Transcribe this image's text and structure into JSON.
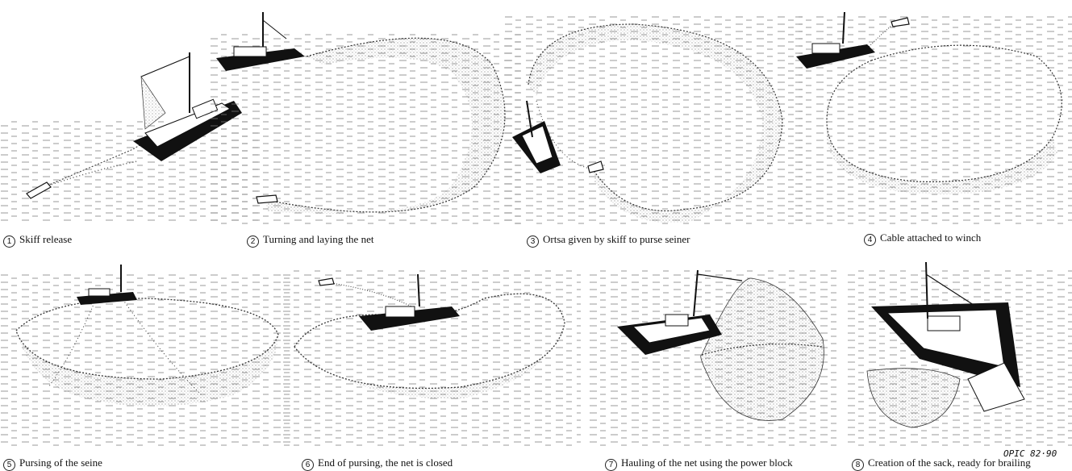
{
  "steps": [
    {
      "num": "1",
      "label": "Skiff release"
    },
    {
      "num": "2",
      "label": "Turning and laying the net"
    },
    {
      "num": "3",
      "label": "Ortsa given by skiff to purse seiner"
    },
    {
      "num": "4",
      "label": "Cable attached to winch"
    },
    {
      "num": "5",
      "label": "Pursing of the seine"
    },
    {
      "num": "6",
      "label": "End of pursing, the net is closed"
    },
    {
      "num": "7",
      "label": "Hauling of the net using the power block"
    },
    {
      "num": "8",
      "label": "Creation of the sack, ready for brailing"
    }
  ],
  "signature": "OPIC 82·90",
  "colors": {
    "ink": "#111111",
    "water": "#555555",
    "background": "#ffffff"
  }
}
